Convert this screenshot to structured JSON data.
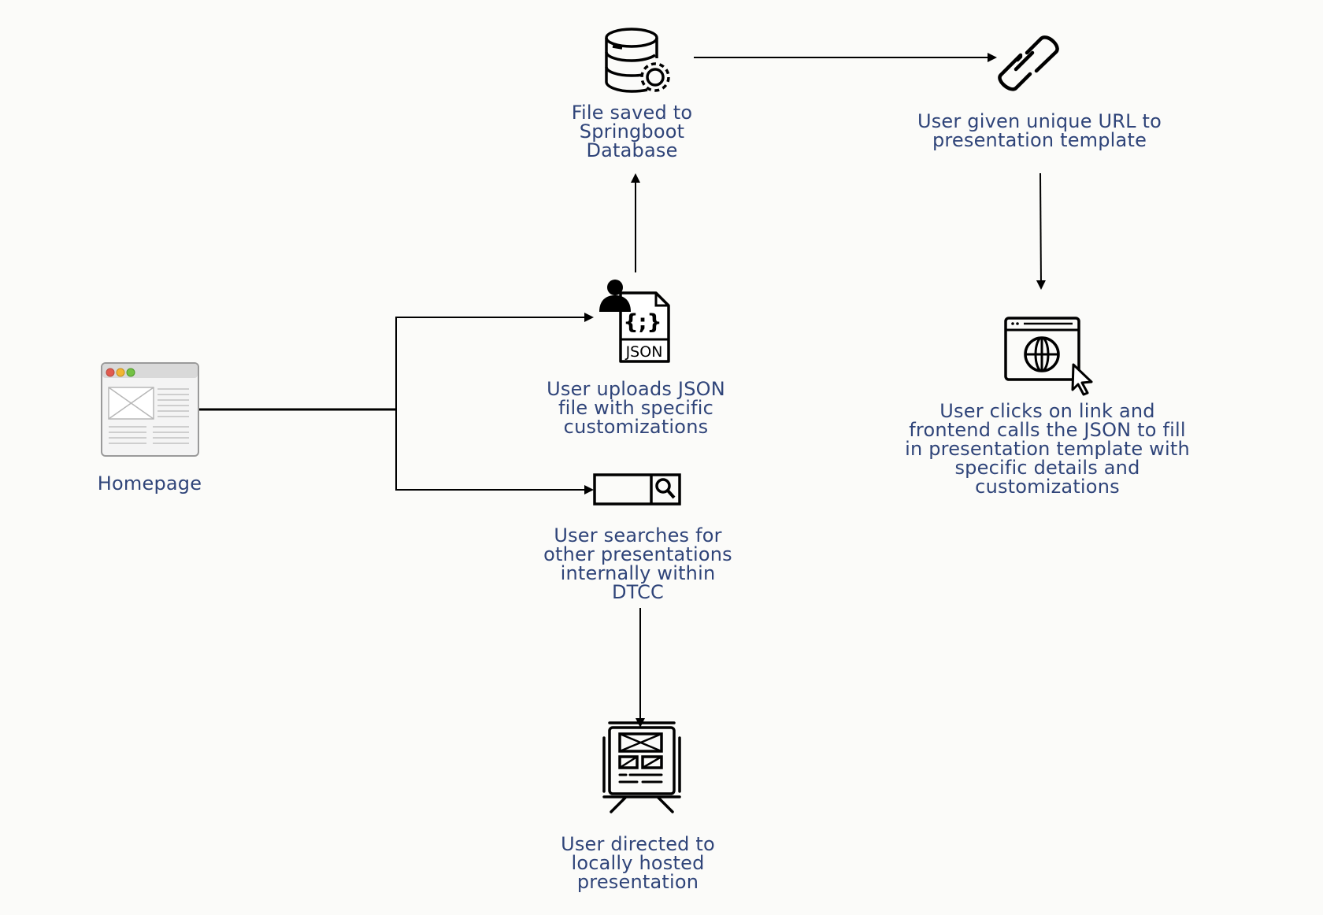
{
  "diagram": {
    "nodes": {
      "homepage": {
        "label": "Homepage",
        "icon": "browser-window-icon"
      },
      "upload_json": {
        "label": "User uploads JSON\nfile with specific\n customizations",
        "icon": "json-file-user-icon"
      },
      "database": {
        "label": "File saved to\nSpringboot\n Database",
        "icon": "database-gear-icon"
      },
      "unique_url": {
        "label": "User given unique URL to\npresentation template",
        "icon": "link-icon"
      },
      "clicks_link": {
        "label": "User clicks on link and\nfrontend calls the JSON to fill\nin presentation template with\nspecific details and\ncustomizations",
        "icon": "web-browser-cursor-icon"
      },
      "search": {
        "label": "User searches for\nother presentations\ninternally within\n DTCC",
        "icon": "search-bar-icon"
      },
      "hosted": {
        "label": "User directed to\nlocally hosted\n presentation",
        "icon": "presentation-board-icon"
      }
    },
    "edges": [
      {
        "from": "homepage",
        "to": "upload_json"
      },
      {
        "from": "homepage",
        "to": "search"
      },
      {
        "from": "upload_json",
        "to": "database"
      },
      {
        "from": "database",
        "to": "unique_url"
      },
      {
        "from": "unique_url",
        "to": "clicks_link"
      },
      {
        "from": "search",
        "to": "hosted"
      }
    ],
    "colors": {
      "label": "#2f4479",
      "stroke": "#000000",
      "background": "#fbfbf9"
    }
  }
}
